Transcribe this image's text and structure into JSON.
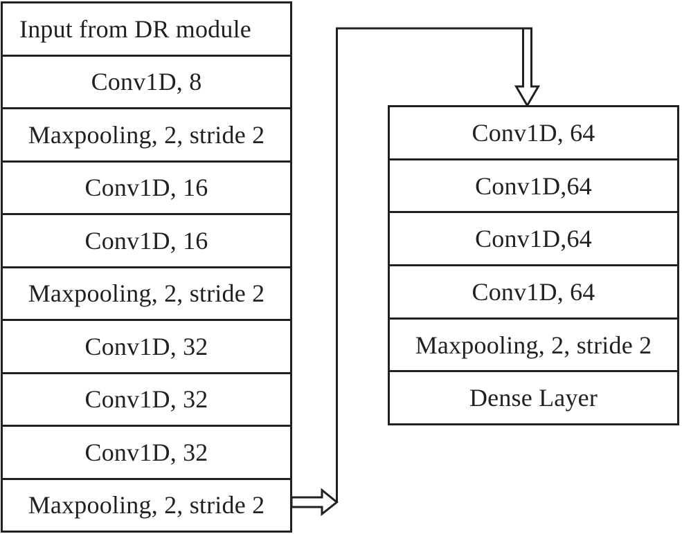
{
  "diagram": {
    "title": "CNN architecture flow diagram",
    "colors": {
      "ink": "#231f20",
      "background": "#ffffff"
    },
    "left_column": {
      "rows": [
        "Input from DR module",
        "Conv1D, 8",
        "Maxpooling, 2, stride 2",
        "Conv1D, 16",
        "Conv1D, 16",
        "Maxpooling, 2, stride 2",
        "Conv1D, 32",
        "Conv1D, 32",
        "Conv1D, 32",
        "Maxpooling, 2, stride 2"
      ]
    },
    "right_column": {
      "rows": [
        "Conv1D, 64",
        "Conv1D,64",
        "Conv1D,64",
        "Conv1D, 64",
        "Maxpooling, 2, stride 2",
        "Dense Layer"
      ]
    },
    "connectors": [
      "hollow arrow from bottom-left maxpooling box, up and over into top of right column"
    ]
  }
}
